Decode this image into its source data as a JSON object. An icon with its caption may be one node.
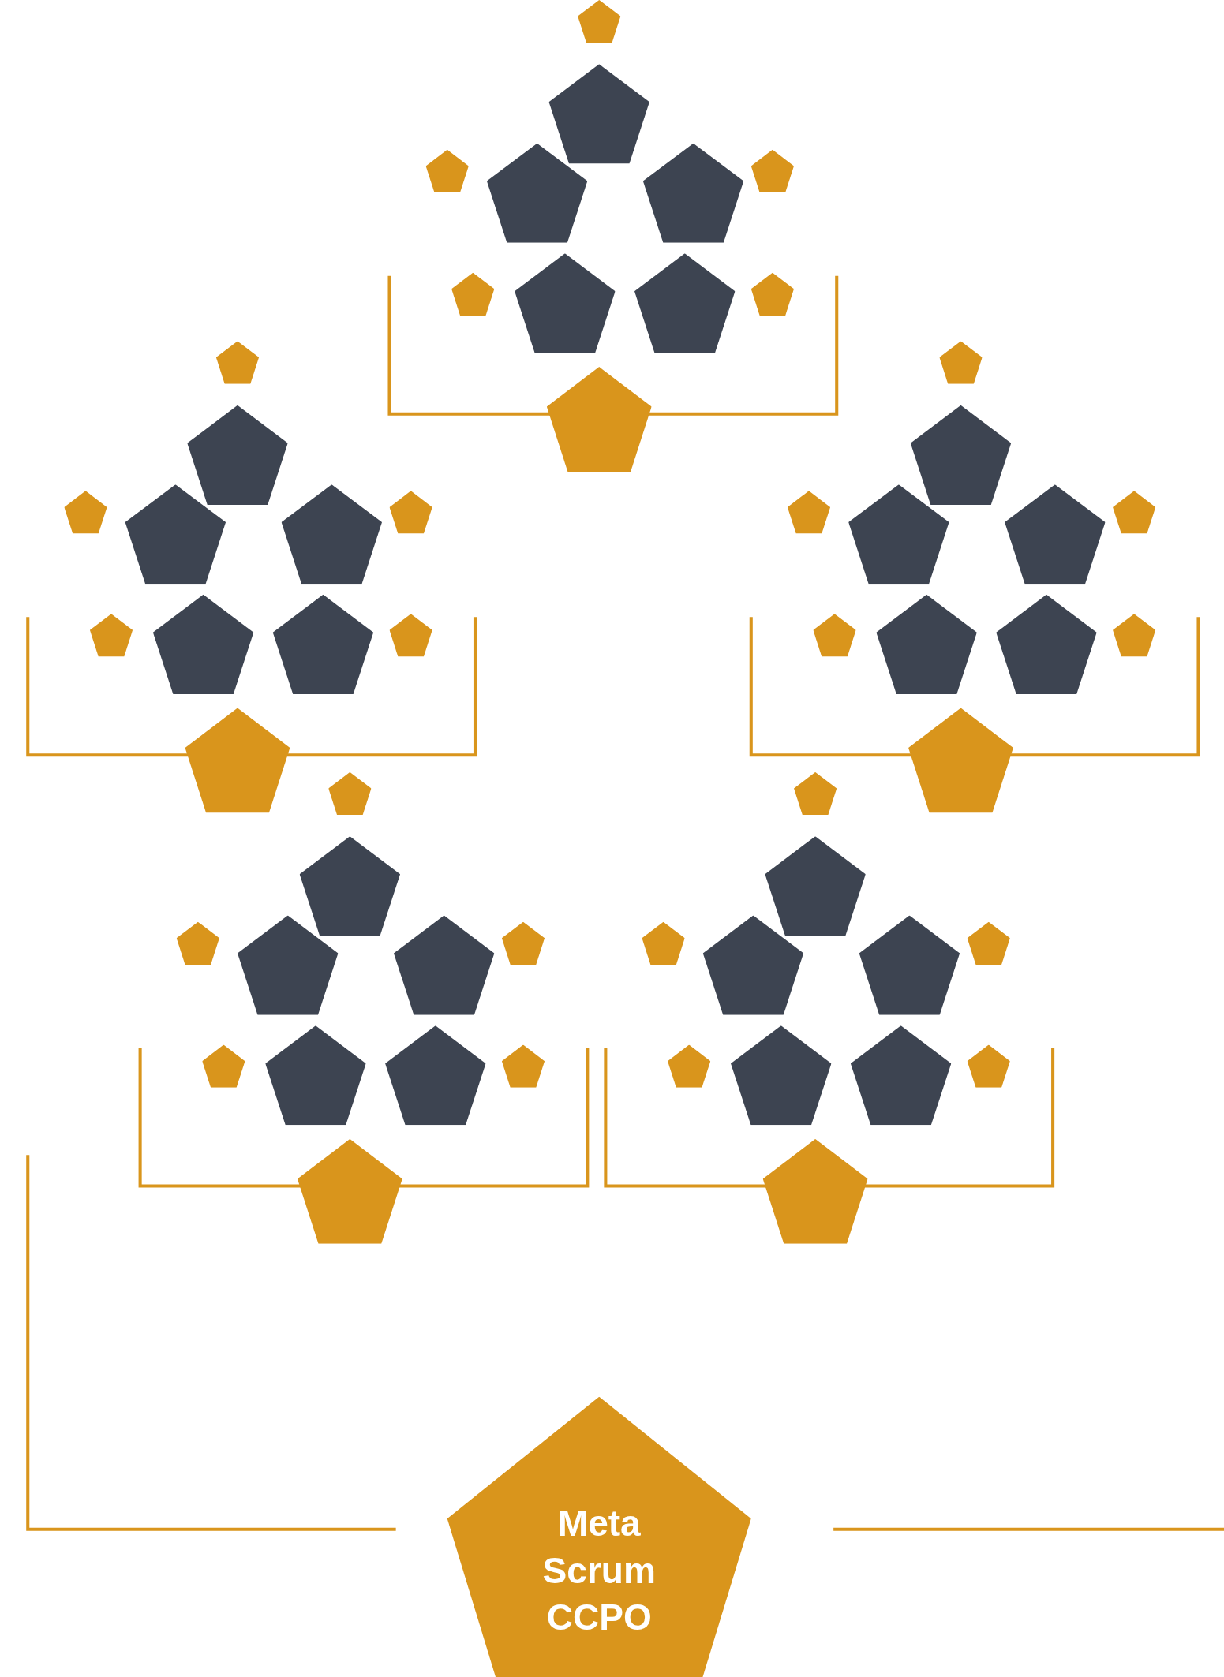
{
  "diagram": {
    "nodes": [
      {
        "text": [],
        "shape": "pentagon"
      },
      {
        "text": [],
        "shape": "pentagon"
      },
      {
        "text": [],
        "shape": "pentagon"
      },
      {
        "text": [],
        "shape": "pentagon"
      },
      {
        "text": [],
        "shape": "pentagon"
      },
      {
        "text": [],
        "shape": "pentagon"
      },
      {
        "text": [],
        "shape": "pentagon"
      },
      {
        "text": [],
        "shape": "pentagon"
      },
      {
        "text": [],
        "shape": "pentagon"
      },
      {
        "text": [],
        "shape": "pentagon"
      },
      {
        "text": [],
        "shape": "pentagon"
      },
      {
        "text": [],
        "shape": "pentagon"
      },
      {
        "text": [],
        "shape": "pentagon"
      },
      {
        "text": [],
        "shape": "pentagon"
      },
      {
        "text": [],
        "shape": "pentagon"
      },
      {
        "text": [],
        "shape": "pentagon"
      },
      {
        "text": [],
        "shape": "pentagon"
      },
      {
        "text": [],
        "shape": "pentagon"
      },
      {
        "text": [],
        "shape": "pentagon"
      },
      {
        "text": [],
        "shape": "pentagon"
      },
      {
        "text": [],
        "shape": "pentagon"
      },
      {
        "text": [],
        "shape": "pentagon"
      },
      {
        "text": [],
        "shape": "pentagon"
      },
      {
        "text": [],
        "shape": "pentagon"
      },
      {
        "text": [],
        "shape": "pentagon"
      },
      {
        "text": [],
        "shape": "pentagon"
      },
      {
        "text": [],
        "shape": "pentagon"
      },
      {
        "text": [],
        "shape": "pentagon"
      },
      {
        "text": [],
        "shape": "pentagon"
      },
      {
        "text": [],
        "shape": "pentagon"
      },
      {
        "text": [],
        "shape": "pentagon"
      },
      {
        "text": [],
        "shape": "pentagon"
      },
      {
        "text": [],
        "shape": "pentagon"
      },
      {
        "text": [],
        "shape": "pentagon"
      },
      {
        "text": [],
        "shape": "pentagon"
      },
      {
        "text": [],
        "shape": "pentagon"
      },
      {
        "text": [],
        "shape": "pentagon"
      },
      {
        "text": [],
        "shape": "pentagon"
      },
      {
        "text": [],
        "shape": "pentagon"
      },
      {
        "text": [],
        "shape": "pentagon"
      },
      {
        "text": [],
        "shape": "pentagon"
      },
      {
        "text": [],
        "shape": "pentagon"
      },
      {
        "text": [],
        "shape": "pentagon"
      },
      {
        "text": [],
        "shape": "pentagon"
      },
      {
        "text": [],
        "shape": "pentagon"
      },
      {
        "text": [],
        "shape": "pentagon"
      },
      {
        "text": [],
        "shape": "pentagon"
      },
      {
        "text": [],
        "shape": "pentagon"
      },
      {
        "text": [],
        "shape": "pentagon"
      },
      {
        "text": [],
        "shape": "pentagon"
      },
      {
        "text": [],
        "shape": "pentagon"
      },
      {
        "text": [],
        "shape": "pentagon"
      },
      {
        "text": [],
        "shape": "pentagon"
      },
      {
        "text": [],
        "shape": "pentagon"
      },
      {
        "text": [],
        "shape": "pentagon"
      },
      {
        "text": [
          "Meta Scrum CCPO"
        ]
      }
    ],
    "edges": []
  }
}
